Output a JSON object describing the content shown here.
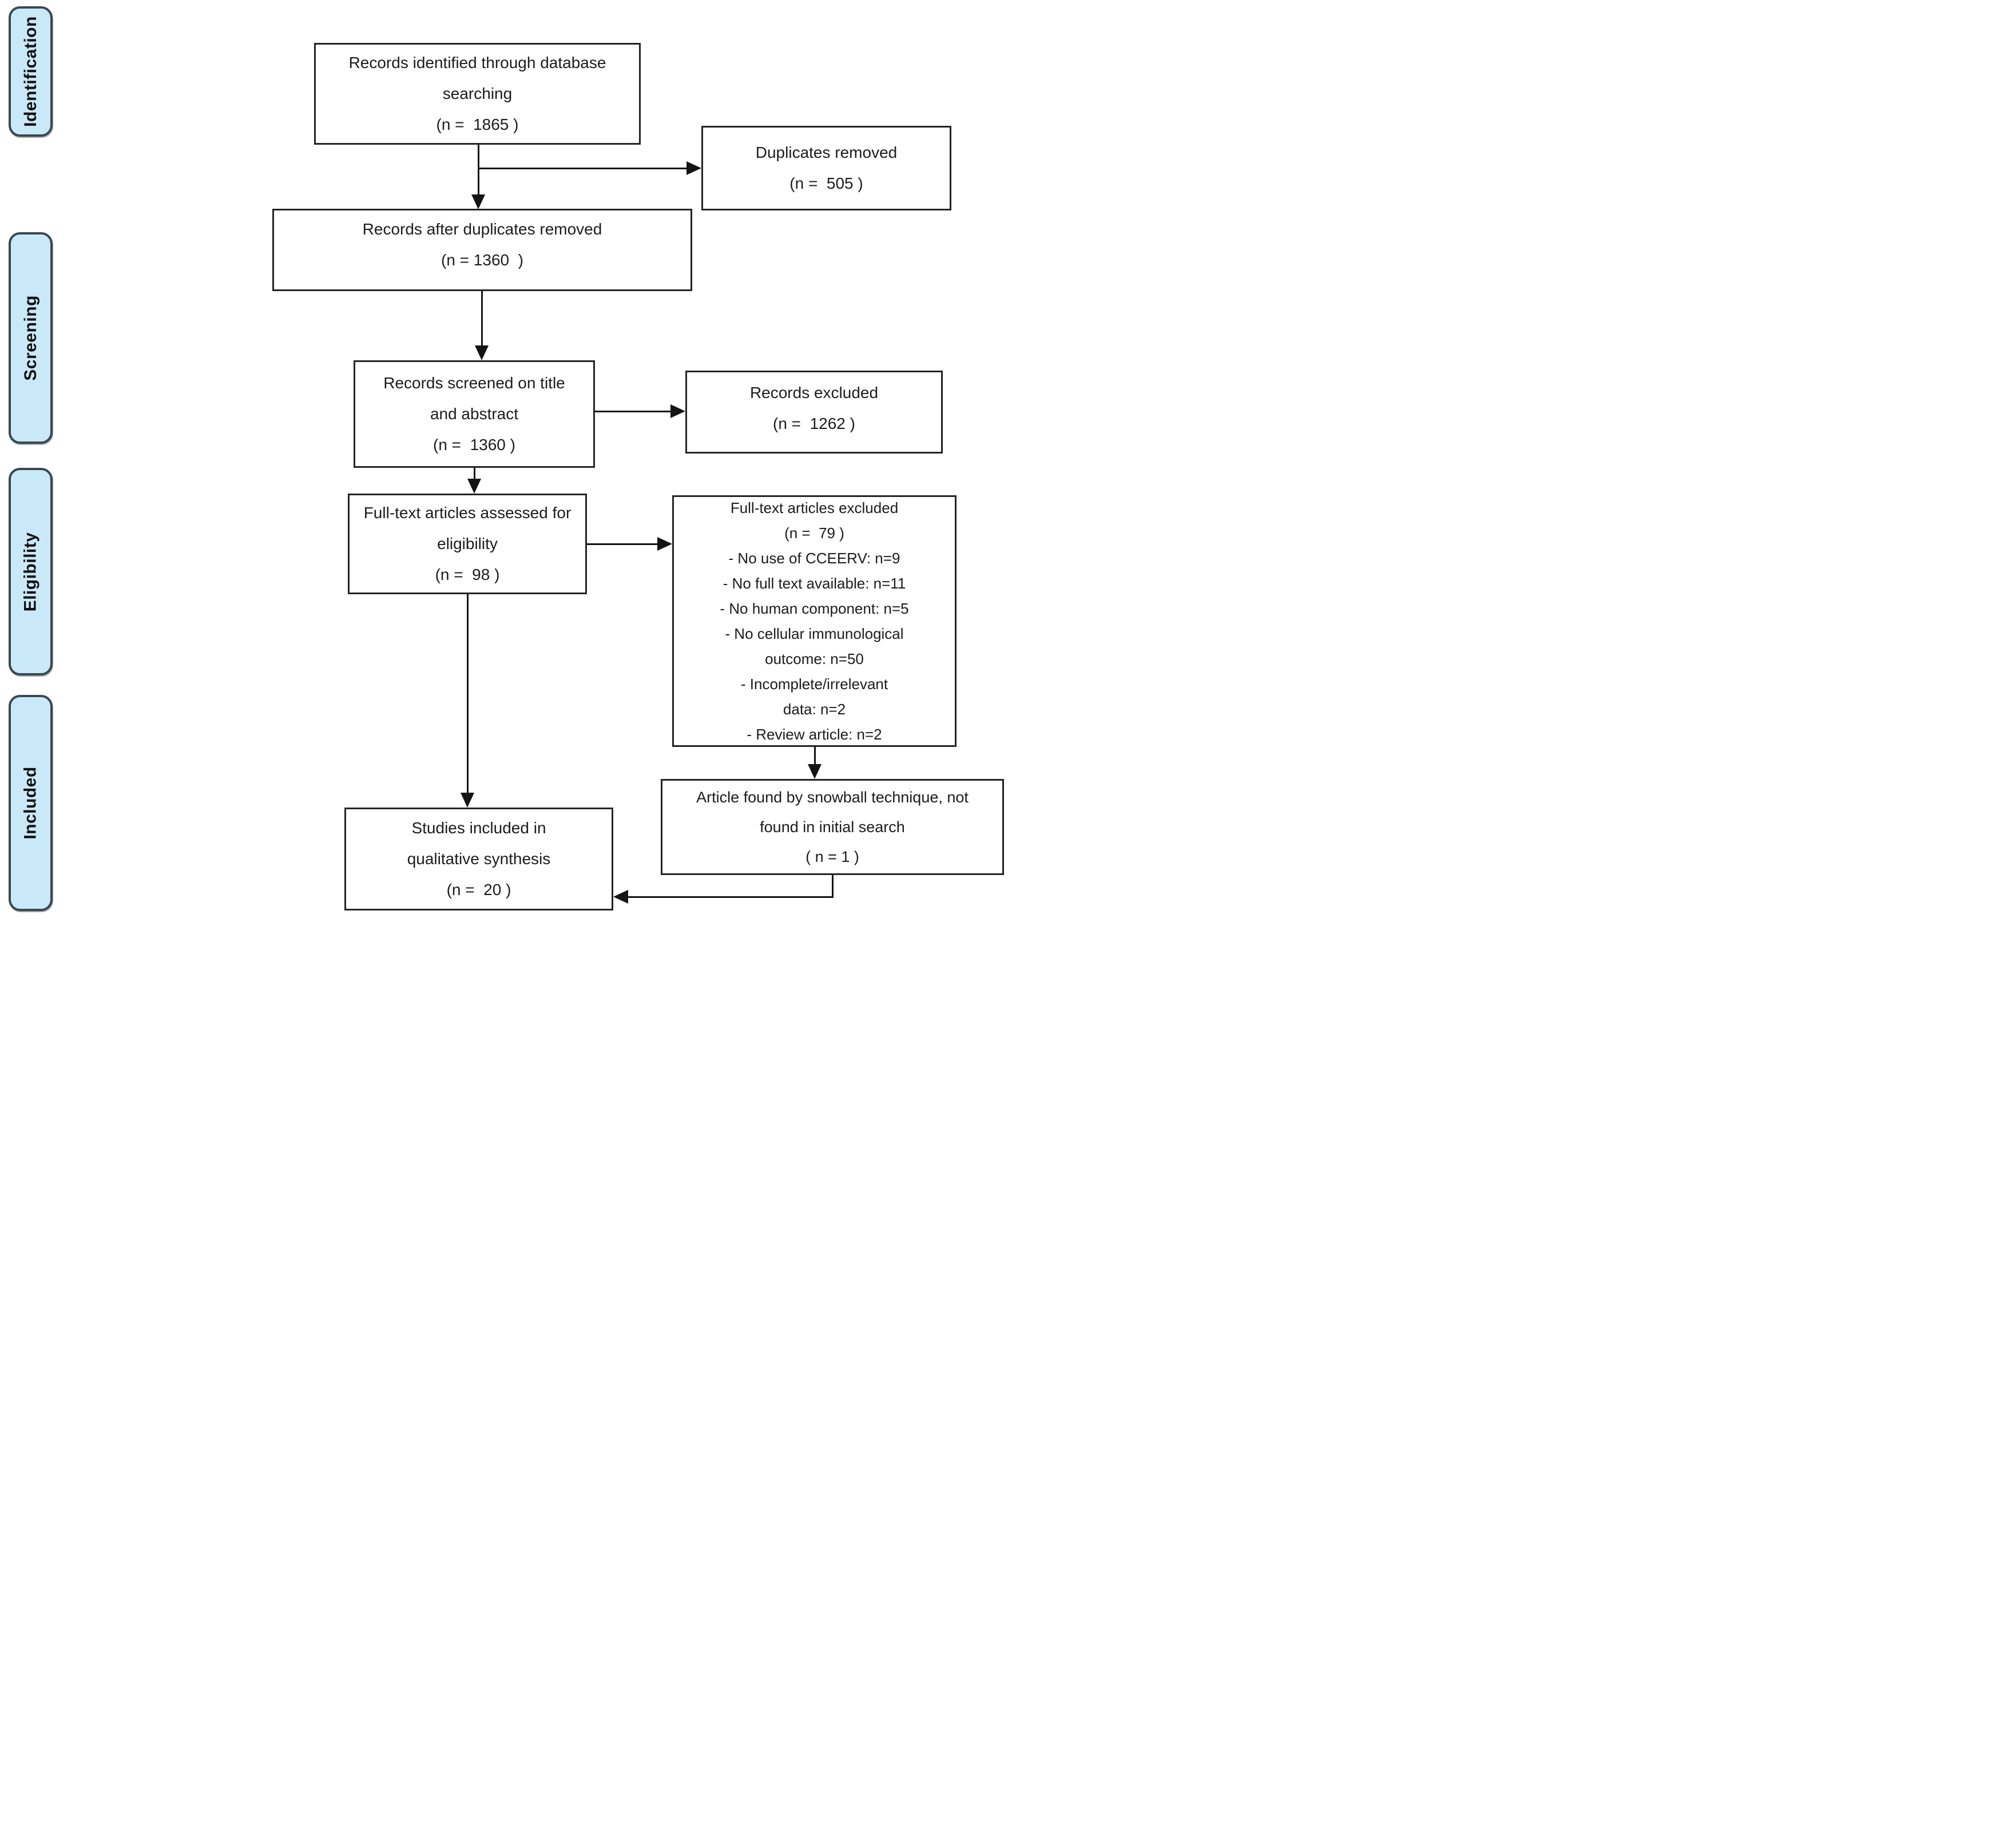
{
  "figure": {
    "type": "prisma-flow-diagram",
    "background_color": "#ffffff",
    "stage_fill_color": "#c9e9f8",
    "stage_border_color": "#3b4750",
    "box_border_color": "#242424",
    "line_color": "#141414"
  },
  "sidebar": {
    "stages": [
      {
        "label": "Identification"
      },
      {
        "label": "Screening"
      },
      {
        "label": "Eligibility"
      },
      {
        "label": "Included"
      }
    ]
  },
  "flow": {
    "identified": {
      "text": "Records identified through database\nsearching\n(n =  1865 )"
    },
    "duplicates_removed": {
      "text": "Duplicates removed\n(n =  505 )"
    },
    "after_duplicates": {
      "text": "Records after duplicates removed\n(n = 1360  )"
    },
    "screened": {
      "text": "Records screened on title\nand abstract\n(n =  1360 )"
    },
    "records_excluded": {
      "text": "Records excluded\n(n =  1262 )"
    },
    "fulltext_assessed": {
      "text": "Full-text articles assessed for\neligibility\n(n =  98 )"
    },
    "fulltext_excluded": {
      "text": "Full-text articles excluded\n(n =  79 )\n- No use of CCEERV: n=9\n- No full text available: n=11\n- No human component: n=5\n- No cellular immunological\noutcome: n=50\n- Incomplete/irrelevant\ndata: n=2\n- Review article: n=2"
    },
    "snowball": {
      "text": "Article found by snowball technique, not\nfound in initial search\n( n = 1 )"
    },
    "included_synthesis": {
      "text": "Studies included in\nqualitative synthesis\n(n =  20 )"
    }
  }
}
